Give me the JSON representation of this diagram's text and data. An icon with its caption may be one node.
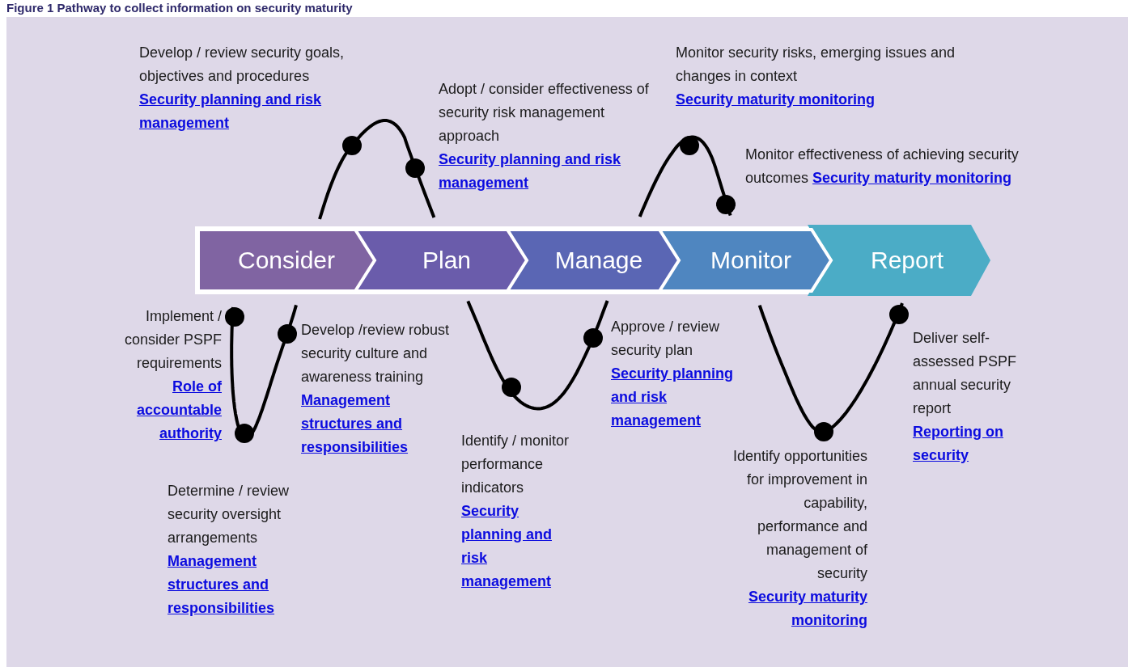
{
  "diagram": {
    "title": "Figure 1 Pathway to collect information on security maturity",
    "nodes": [
      {
        "text": [
          "Consider"
        ]
      },
      {
        "text": [
          "Plan"
        ]
      },
      {
        "text": [
          "Manage"
        ]
      },
      {
        "text": [
          "Monitor"
        ]
      },
      {
        "text": [
          "Report"
        ]
      }
    ],
    "labels": [
      "Develop / review security goals, objectives and procedures",
      "Security planning and risk management",
      "Monitor security risks, emerging issues and changes in context",
      "Security maturity monitoring",
      "Adopt / consider effectiveness of security risk management approach",
      "Security planning and risk management",
      "Monitor effectiveness of achieving security outcomes",
      "Security maturity monitoring",
      "Implement / consider PSPF requirements",
      "Role of accountable authority",
      "Develop /review robust security culture and awareness training",
      "Management structures and responsibilities",
      "Approve / review security plan",
      "Security planning and risk management",
      "Deliver self-assessed PSPF annual security report",
      "Reporting on security",
      "Identify / monitor performance indicators",
      "Security planning and risk management",
      "Identify opportunities for improvement in capability, performance and management of security",
      "Security maturity monitoring",
      "Determine / review security oversight arrangements",
      "Management structures and responsibilities"
    ]
  }
}
